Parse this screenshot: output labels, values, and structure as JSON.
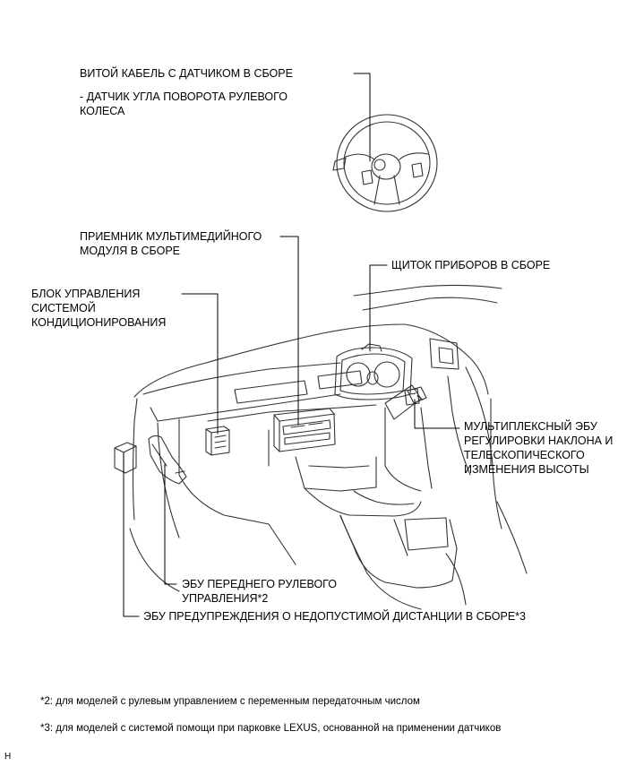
{
  "labels": {
    "spiral_cable": "ВИТОЙ КАБЕЛЬ С ДАТЧИКОМ В СБОРЕ",
    "steering_sensor_1": "- ДАТЧИК УГЛА ПОВОРОТА РУЛЕВОГО",
    "steering_sensor_2": "КОЛЕСА",
    "multimedia_1": "ПРИЕМНИК МУЛЬТИМЕДИЙНОГО",
    "multimedia_2": "МОДУЛЯ В СБОРЕ",
    "combination_meter": "ЩИТОК ПРИБОРОВ В СБОРЕ",
    "ac_control_1": "БЛОК УПРАВЛЕНИЯ",
    "ac_control_2": "СИСТЕМОЙ",
    "ac_control_3": "КОНДИЦИОНИРОВАНИЯ",
    "tilt_ecu_1": "МУЛЬТИПЛЕКСНЫЙ ЭБУ",
    "tilt_ecu_2": "РЕГУЛИРОВКИ НАКЛОНА И",
    "tilt_ecu_3": "ТЕЛЕСКОПИЧЕСКОГО",
    "tilt_ecu_4": "ИЗМЕНЕНИЯ ВЫСОТЫ",
    "front_steer_1": "ЭБУ ПЕРЕДНЕГО РУЛЕВОГО",
    "front_steer_2": "УПРАВЛЕНИЯ*2",
    "clearance_ecu": "ЭБУ ПРЕДУПРЕЖДЕНИЯ О НЕДОПУСТИМОЙ ДИСТАНЦИИ В СБОРЕ*3"
  },
  "notes": {
    "note2": "*2: для моделей с рулевым управлением с переменным передаточным числом",
    "note3": "*3: для моделей с системой помощи при парковке LEXUS, основанной на применении датчиков"
  },
  "corner_mark": "H"
}
